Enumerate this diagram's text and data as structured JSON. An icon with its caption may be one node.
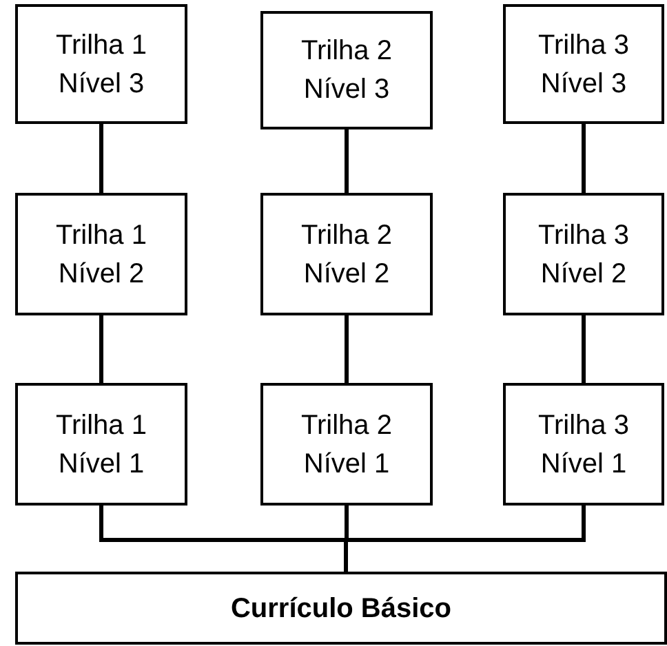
{
  "diagram": {
    "nodes": [
      {
        "text": [
          "Trilha 1 Nível 3"
        ]
      },
      {
        "text": [
          "Trilha 2 Nível 3"
        ]
      },
      {
        "text": [
          "Trilha 3 Nível 3"
        ]
      },
      {
        "text": [
          "Trilha 1 Nível 2"
        ]
      },
      {
        "text": [
          "Trilha 2 Nível 2"
        ]
      },
      {
        "text": [
          "Trilha 3 Nível 2"
        ]
      },
      {
        "text": [
          "Trilha 1 Nível 1"
        ]
      },
      {
        "text": [
          "Trilha 2 Nível 1"
        ]
      },
      {
        "text": [
          "Trilha 3 Nível 1"
        ]
      },
      {
        "text": [
          "Currículo Básico"
        ]
      }
    ],
    "edges": [
      {
        "from": 0,
        "to": 3,
        "arrow": "none"
      },
      {
        "from": 1,
        "to": 4,
        "arrow": "none"
      },
      {
        "from": 2,
        "to": 5,
        "arrow": "none"
      },
      {
        "from": 3,
        "to": 6,
        "arrow": "none"
      },
      {
        "from": 4,
        "to": 7,
        "arrow": "none"
      },
      {
        "from": 5,
        "to": 8,
        "arrow": "none"
      },
      {
        "from": 9,
        "to": 6,
        "arrow": "none"
      },
      {
        "from": 9,
        "to": 7,
        "arrow": "none"
      },
      {
        "from": 9,
        "to": 8,
        "arrow": "none"
      }
    ]
  }
}
